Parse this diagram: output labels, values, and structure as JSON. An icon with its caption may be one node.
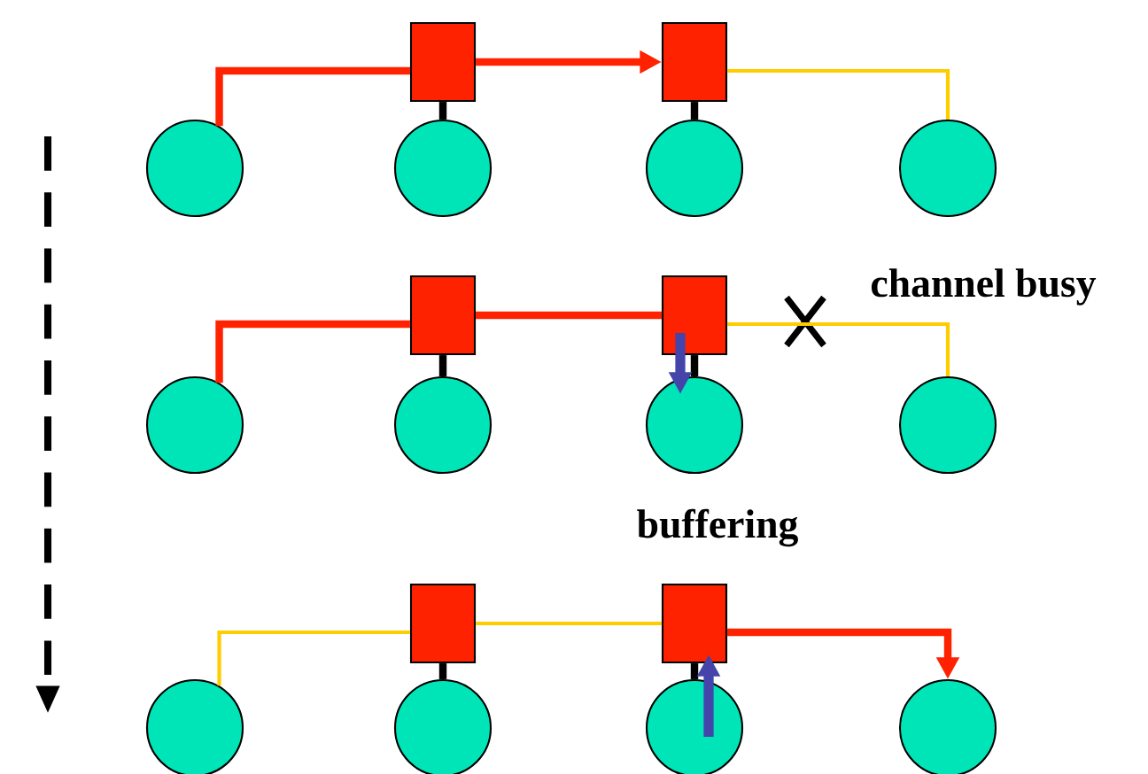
{
  "diagram": {
    "nodes": [
      {
        "text": [],
        "shape": "box"
      },
      {
        "text": [],
        "shape": "box"
      },
      {
        "text": [],
        "shape": "circle"
      },
      {
        "text": [],
        "shape": "circle"
      },
      {
        "text": [],
        "shape": "circle"
      },
      {
        "text": [],
        "shape": "circle"
      },
      {
        "text": [],
        "shape": "box"
      },
      {
        "text": [],
        "shape": "box"
      },
      {
        "text": [],
        "shape": "circle"
      },
      {
        "text": [],
        "shape": "circle"
      },
      {
        "text": [],
        "shape": "circle"
      },
      {
        "text": [],
        "shape": "circle"
      },
      {
        "text": [],
        "shape": "box"
      },
      {
        "text": [],
        "shape": "box"
      },
      {
        "text": [],
        "shape": "circle"
      },
      {
        "text": [],
        "shape": "circle"
      },
      {
        "text": [],
        "shape": "circle"
      },
      {
        "text": [],
        "shape": "circle"
      }
    ],
    "edges": [
      {
        "from": 2,
        "to": 0,
        "arrow": "none",
        "color": "#ff2200"
      },
      {
        "from": 0,
        "to": 1,
        "arrow": "to",
        "color": "#ff2200"
      },
      {
        "from": 1,
        "to": 5,
        "arrow": "none",
        "color": "#ffcc00"
      },
      {
        "from": 0,
        "to": 3,
        "arrow": "none"
      },
      {
        "from": 1,
        "to": 4,
        "arrow": "none"
      },
      {
        "from": 8,
        "to": 6,
        "arrow": "none",
        "color": "#ff2200"
      },
      {
        "from": 6,
        "to": 7,
        "arrow": "none",
        "color": "#ff2200"
      },
      {
        "from": 7,
        "to": 11,
        "arrow": "none",
        "color": "#ffcc00"
      },
      {
        "from": 6,
        "to": 9,
        "arrow": "none"
      },
      {
        "from": 7,
        "to": 10,
        "arrow": "none"
      },
      {
        "from": 7,
        "to": 10,
        "arrow": "to",
        "color": "#4444aa"
      },
      {
        "from": 14,
        "to": 12,
        "arrow": "none",
        "color": "#ffcc00"
      },
      {
        "from": 12,
        "to": 13,
        "arrow": "none",
        "color": "#ffcc00"
      },
      {
        "from": 13,
        "to": 17,
        "arrow": "to",
        "color": "#ff2200"
      },
      {
        "from": 12,
        "to": 15,
        "arrow": "none"
      },
      {
        "from": 13,
        "to": 16,
        "arrow": "none"
      },
      {
        "from": 16,
        "to": 13,
        "arrow": "to",
        "color": "#4444aa"
      }
    ],
    "labels": [
      "channel busy",
      "buffering"
    ]
  }
}
